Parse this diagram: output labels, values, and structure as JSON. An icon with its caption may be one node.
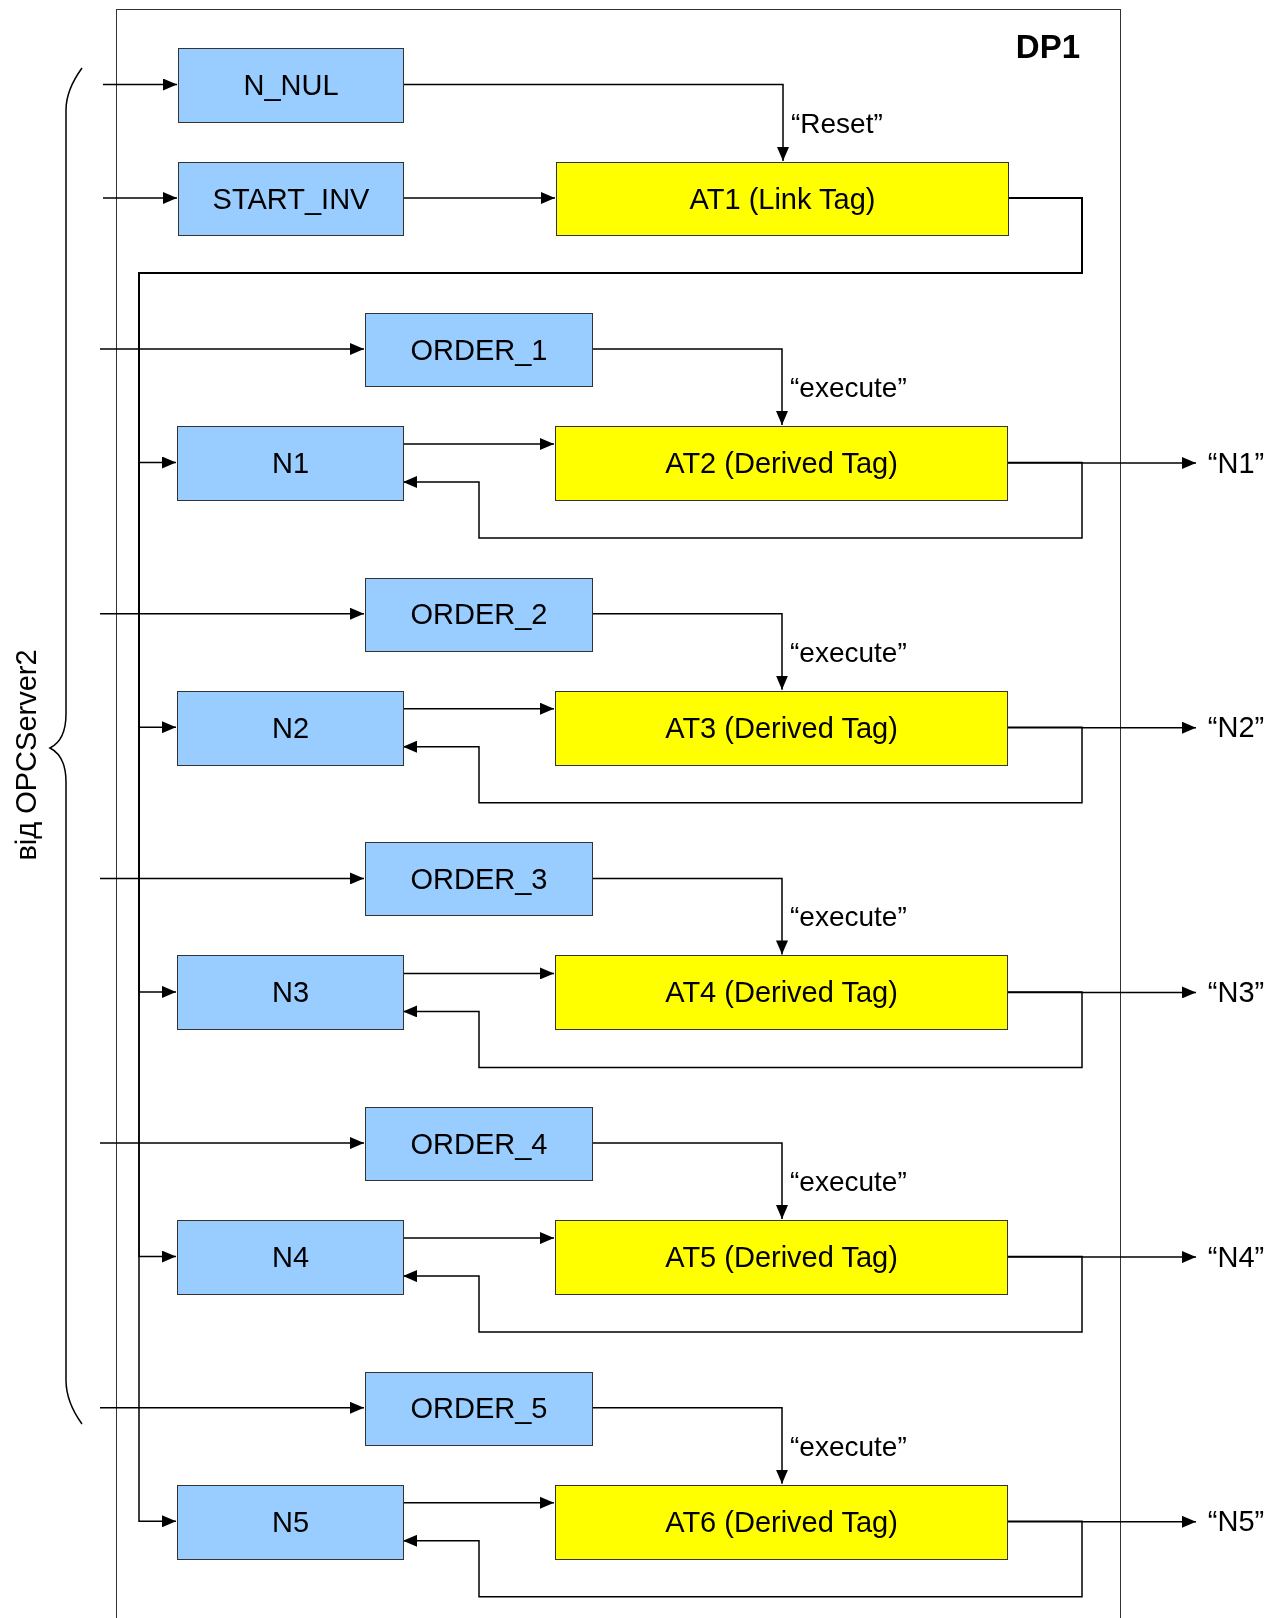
{
  "diagram": {
    "nodes": [
      {
        "text": [
          "DP1"
        ]
      },
      {
        "text": [
          "N_NUL"
        ],
        "in": 0
      },
      {
        "text": [
          "START_INV"
        ],
        "in": 0
      },
      {
        "text": [
          "AT1 (Link Tag)"
        ],
        "in": 0
      },
      {
        "text": [
          "ORDER_1"
        ],
        "in": 0
      },
      {
        "text": [
          "N1"
        ],
        "in": 0
      },
      {
        "text": [
          "AT2 (Derived Tag)"
        ],
        "in": 0
      },
      {
        "text": [
          "ORDER_2"
        ],
        "in": 0
      },
      {
        "text": [
          "N2"
        ],
        "in": 0
      },
      {
        "text": [
          "AT3 (Derived Tag)"
        ],
        "in": 0
      },
      {
        "text": [
          "ORDER_3"
        ],
        "in": 0
      },
      {
        "text": [
          "N3"
        ],
        "in": 0
      },
      {
        "text": [
          "AT4 (Derived Tag)"
        ],
        "in": 0
      },
      {
        "text": [
          "ORDER_4"
        ],
        "in": 0
      },
      {
        "text": [
          "N4"
        ],
        "in": 0
      },
      {
        "text": [
          "AT5 (Derived Tag)"
        ],
        "in": 0
      },
      {
        "text": [
          "ORDER_5"
        ],
        "in": 0
      },
      {
        "text": [
          "N5"
        ],
        "in": 0
      },
      {
        "text": [
          "AT6 (Derived Tag)"
        ],
        "in": 0
      },
      {
        "text": [
          "“N1”"
        ]
      },
      {
        "text": [
          "“N2”"
        ]
      },
      {
        "text": [
          "“N3”"
        ]
      },
      {
        "text": [
          "“N4”"
        ]
      },
      {
        "text": [
          "“N5”"
        ]
      }
    ],
    "edges": [
      {
        "from": null,
        "to": 1,
        "arrow": "to"
      },
      {
        "from": null,
        "to": 2,
        "arrow": "to"
      },
      {
        "from": 1,
        "to": 3,
        "arrow": "to",
        "label": "“Reset”"
      },
      {
        "from": 2,
        "to": 3,
        "arrow": "to"
      },
      {
        "from": 3,
        "to": 5,
        "arrow": "to"
      },
      {
        "from": 3,
        "to": 8,
        "arrow": "to"
      },
      {
        "from": 3,
        "to": 11,
        "arrow": "to"
      },
      {
        "from": 3,
        "to": 14,
        "arrow": "to"
      },
      {
        "from": 3,
        "to": 17,
        "arrow": "to"
      },
      {
        "from": null,
        "to": 4,
        "arrow": "to"
      },
      {
        "from": 4,
        "to": 6,
        "arrow": "to",
        "label": "“execute”"
      },
      {
        "from": 5,
        "to": 6,
        "arrow": "to"
      },
      {
        "from": 6,
        "to": 5,
        "arrow": "to"
      },
      {
        "from": 6,
        "to": 19,
        "arrow": "to"
      },
      {
        "from": null,
        "to": 7,
        "arrow": "to"
      },
      {
        "from": 7,
        "to": 9,
        "arrow": "to",
        "label": "“execute”"
      },
      {
        "from": 8,
        "to": 9,
        "arrow": "to"
      },
      {
        "from": 9,
        "to": 8,
        "arrow": "to"
      },
      {
        "from": 9,
        "to": 20,
        "arrow": "to"
      },
      {
        "from": null,
        "to": 10,
        "arrow": "to"
      },
      {
        "from": 10,
        "to": 12,
        "arrow": "to",
        "label": "“execute”"
      },
      {
        "from": 11,
        "to": 12,
        "arrow": "to"
      },
      {
        "from": 12,
        "to": 11,
        "arrow": "to"
      },
      {
        "from": 12,
        "to": 21,
        "arrow": "to"
      },
      {
        "from": null,
        "to": 13,
        "arrow": "to"
      },
      {
        "from": 13,
        "to": 15,
        "arrow": "to",
        "label": "“execute”"
      },
      {
        "from": 14,
        "to": 15,
        "arrow": "to"
      },
      {
        "from": 15,
        "to": 14,
        "arrow": "to"
      },
      {
        "from": 15,
        "to": 22,
        "arrow": "to"
      },
      {
        "from": null,
        "to": 16,
        "arrow": "to"
      },
      {
        "from": 16,
        "to": 18,
        "arrow": "to",
        "label": "“execute”"
      },
      {
        "from": 17,
        "to": 18,
        "arrow": "to"
      },
      {
        "from": 18,
        "to": 17,
        "arrow": "to"
      },
      {
        "from": 18,
        "to": 23,
        "arrow": "to"
      }
    ],
    "labels": [
      "від OPCServer2"
    ]
  }
}
